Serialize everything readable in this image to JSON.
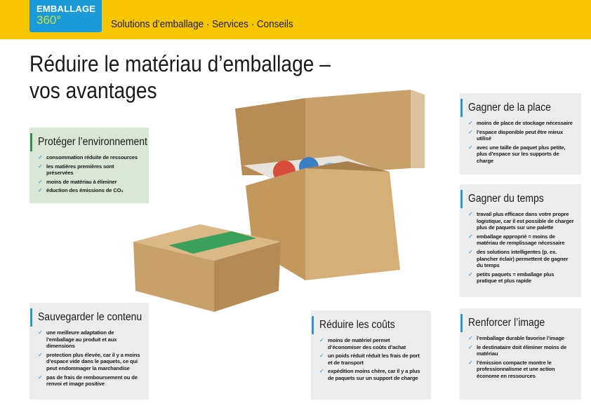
{
  "header": {
    "logo_line1": "EMBALLAGE",
    "logo_line2": "360°",
    "tagline": "Solutions d’emballage · Services · Conseils"
  },
  "title": {
    "line1": "Réduire le matériau d’emballage –",
    "line2": "vos avantages"
  },
  "colors": {
    "yellow": "#f8c600",
    "blue": "#1a9ad9",
    "green": "#1f8a3a"
  },
  "boxes": [
    {
      "id": "proteger",
      "title": "Protéger l’environnement",
      "items": [
        "consommation réduite de ressources",
        "les matières premières sont préservées",
        "moins de matériau à éliminer",
        "éduction des émissions de CO₂"
      ]
    },
    {
      "id": "place",
      "title": "Gagner de la place",
      "items": [
        "moins de place de stockage nécessaire",
        "l’espace disponible peut être mieux utilisé",
        "avec une taille de paquet plus petite, plus d’espace sur les supports de charge"
      ]
    },
    {
      "id": "temps",
      "title": "Gagner du temps",
      "items": [
        "travail plus efficace dans votre propre logistique, car il est possible de charger plus de paquets sur une palette",
        "emballage approprié = moins de matériau de remplissage nécessaire",
        "des solutions intelligentes (p. ex. plancher éclair) permettent de gagner du temps",
        "petits paquets = emballage plus pratique et plus rapide"
      ]
    },
    {
      "id": "contenu",
      "title": "Sauvegarder le contenu",
      "items": [
        "une meilleure adaptation de l’emballage au produit et aux dimensions",
        "protection plus élevée, car il y a moins d’espace vide dans le paquets, ce qui peut endommager la marchandise",
        "pas de frais de remboursement ou de renvoi et image positive"
      ]
    },
    {
      "id": "couts",
      "title": "Réduire les coûts",
      "items": [
        "moins de matériel permet d’économiser des coûts d’achat",
        "un poids réduit réduit les frais de port et de transport",
        "expédition moins chère, car il y a plus de paquets sur un support de charge"
      ]
    },
    {
      "id": "image",
      "title": "Renforcer l’image",
      "items": [
        "l’emballage durable favorise l’image",
        "le destinataire doit éliminer moins de matériau",
        "l’émission compacte montre le professionnalisme et une action économe en ressources"
      ]
    }
  ]
}
